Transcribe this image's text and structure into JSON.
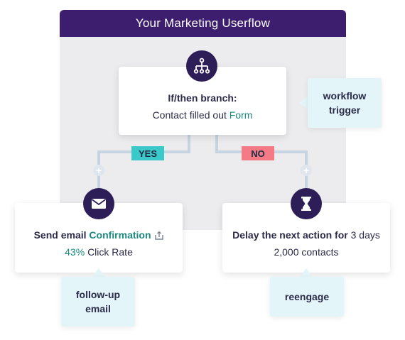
{
  "header": {
    "title": "Your Marketing Userflow"
  },
  "branch_card": {
    "title": "If/then branch:",
    "condition_prefix": "Contact filled out",
    "condition_link": "Form",
    "icon": "branch-icon"
  },
  "yes_pill": {
    "label": "YES",
    "color": "#3bc8c8"
  },
  "no_pill": {
    "label": "NO",
    "color": "#f47a85"
  },
  "email_card": {
    "title_prefix": "Send email",
    "title_link": "Confirmation",
    "rate_value": "43%",
    "rate_label": "Click Rate",
    "icon": "envelope-icon",
    "share_icon": "share-icon"
  },
  "delay_card": {
    "title_prefix": "Delay the next action for",
    "duration": "3 days",
    "contacts": "2,000 contacts",
    "icon": "hourglass-icon"
  },
  "callouts": {
    "workflow_trigger": "workflow trigger",
    "follow_up": "follow-up email",
    "reengage": "reengage"
  },
  "colors": {
    "header_bg": "#3d1d6e",
    "icon_bg": "#2e1e57",
    "accent_teal": "#1a8a7e",
    "callout_bg": "#e3f5f8"
  }
}
